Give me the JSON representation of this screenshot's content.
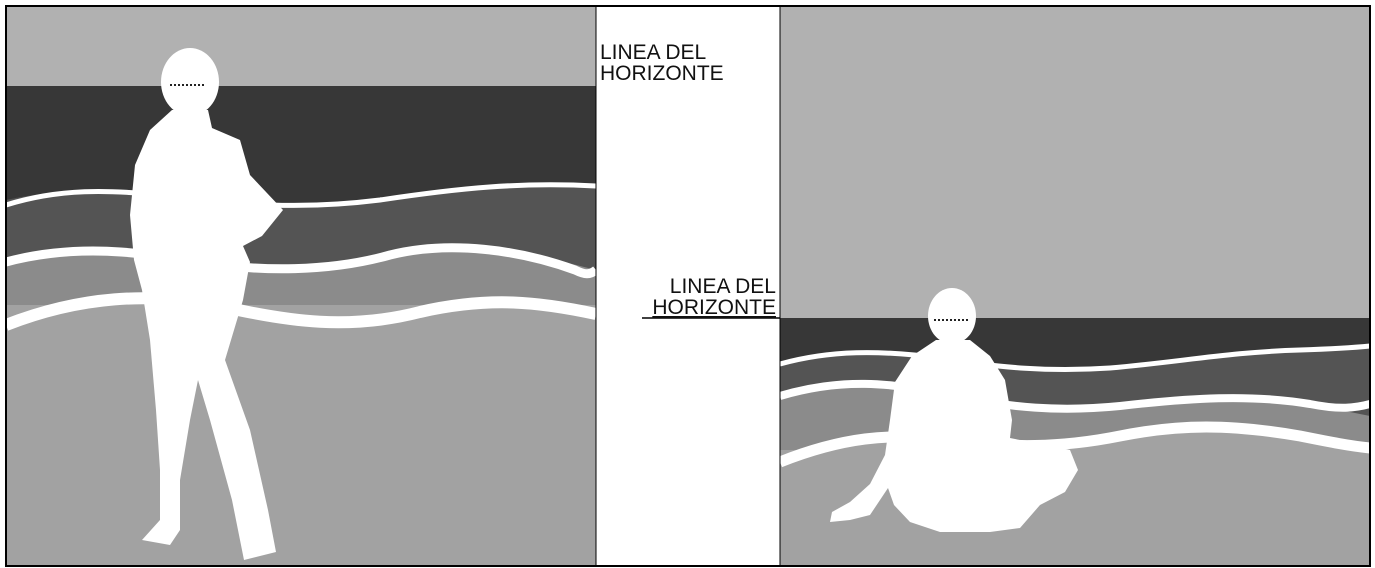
{
  "colors": {
    "background": "#ffffff",
    "sky": "#b1b1b1",
    "deep_sea": "#373737",
    "mid_sea": "#545454",
    "shallow_sea": "#8b8b8b",
    "sand": "#a2a2a2",
    "foam": "#ffffff",
    "figure": "#ffffff",
    "eye_line": "#222222"
  },
  "scenes": [
    {
      "id": "standing",
      "label": {
        "line1": "LINEA DEL",
        "line2": "HORIZONTE"
      },
      "figure": "standing-person-silhouette"
    },
    {
      "id": "sitting",
      "label": {
        "line1": "LINEA DEL",
        "line2": "HORIZONTE"
      },
      "figure": "seated-person-silhouette"
    }
  ]
}
